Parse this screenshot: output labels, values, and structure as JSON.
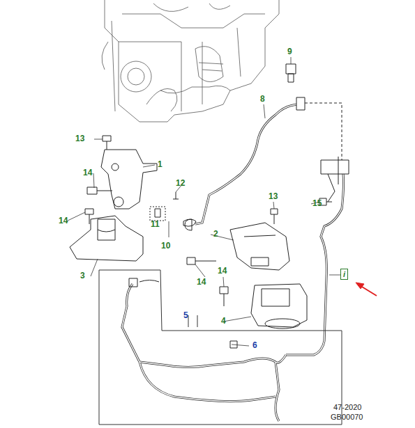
{
  "diagram": {
    "labels": [
      "9",
      "8",
      "13",
      "1",
      "14",
      "12",
      "11",
      "10",
      "14",
      "15",
      "13",
      "2",
      "3",
      "14",
      "14",
      "4",
      "5",
      "6",
      "i",
      "47-2020",
      "GB00070"
    ]
  }
}
